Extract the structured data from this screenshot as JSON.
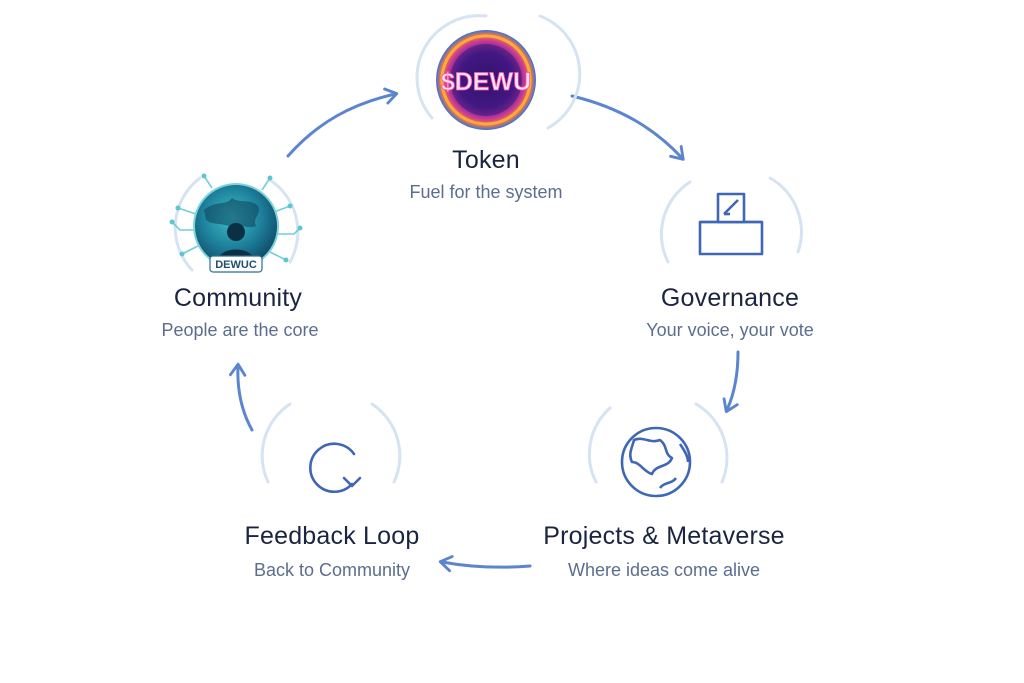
{
  "nodes": {
    "token": {
      "title": "Token",
      "subtitle": "Fuel for the system",
      "badge_text": "$DEWU",
      "icon": "token-coin-icon"
    },
    "governance": {
      "title": "Governance",
      "subtitle": "Your voice, your vote",
      "icon": "ballot-box-icon"
    },
    "projects": {
      "title": "Projects & Metaverse",
      "subtitle": "Where ideas come alive",
      "icon": "globe-icon"
    },
    "feedback": {
      "title": "Feedback Loop",
      "subtitle": "Back to Community",
      "icon": "loop-icon"
    },
    "community": {
      "title": "Community",
      "subtitle": "People are the core",
      "badge_text": "DEWUC",
      "icon": "community-globe-icon"
    }
  },
  "colors": {
    "arrow": "#5b86cf",
    "ring": "#d6e3f3",
    "icon_stroke": "#3f67b5",
    "title": "#1b2440",
    "subtitle": "#5c6d8e"
  }
}
